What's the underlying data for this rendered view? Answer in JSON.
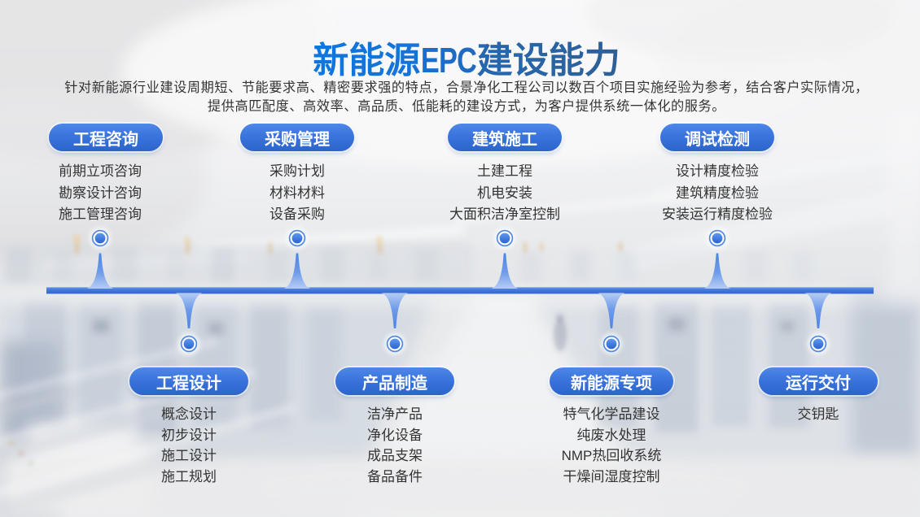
{
  "title": {
    "zh1": "新能源",
    "en": "EPC",
    "zh2": "建设能力"
  },
  "subtitle": {
    "line1": "针对新能源行业建设周期短、节能要求高、精密要求强的特点，合景净化工程公司以数百个项目实施经验为参考，结合客户实际情况，",
    "line2": "提供高匹配度、高效率、高品质、低能耗的建设方式，为客户提供系统一体化的服务。"
  },
  "groups": {
    "top": [
      {
        "label": "工程咨询",
        "items": [
          "前期立项咨询",
          "勘察设计咨询",
          "施工管理咨询"
        ]
      },
      {
        "label": "采购管理",
        "items": [
          "采购计划",
          "材料材料",
          "设备采购"
        ]
      },
      {
        "label": "建筑施工",
        "items": [
          "土建工程",
          "机电安装",
          "大面积洁净室控制"
        ]
      },
      {
        "label": "调试检测",
        "items": [
          "设计精度检验",
          "建筑精度检验",
          "安装运行精度检验"
        ]
      }
    ],
    "bottom": [
      {
        "label": "工程设计",
        "items": [
          "概念设计",
          "初步设计",
          "施工设计",
          "施工规划"
        ]
      },
      {
        "label": "产品制造",
        "items": [
          "洁净产品",
          "净化设备",
          "成品支架",
          "备品备件"
        ]
      },
      {
        "label": "新能源专项",
        "items": [
          "特气化学品建设",
          "纯废水处理",
          "NMP热回收系统",
          "干燥间湿度控制"
        ]
      },
      {
        "label": "运行交付",
        "items": [
          "交钥匙"
        ]
      }
    ]
  },
  "colors": {
    "title_gradient_from": "#0f76df",
    "title_gradient_to": "#2e619d",
    "pill_blue_top": "#4e88e8",
    "pill_blue_bottom": "#2c64cb",
    "timeline_blue": "#4379da",
    "body_text": "#333333"
  }
}
